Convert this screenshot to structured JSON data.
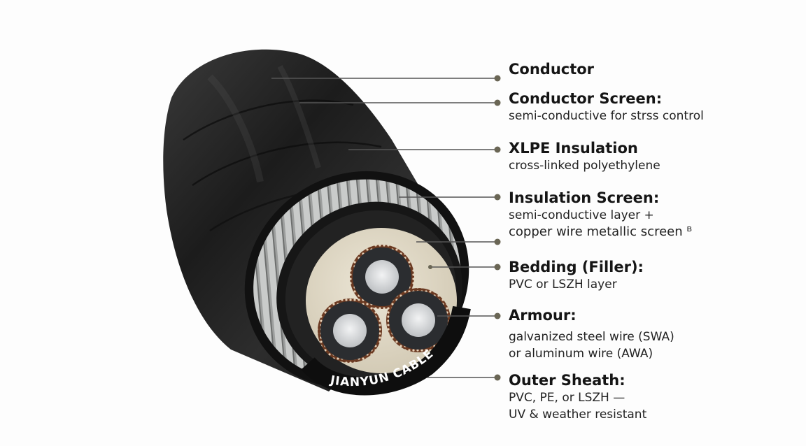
{
  "diagram": {
    "subject": "Three-core armoured power cable cross-section",
    "brand_text": "JIANYUN CABLE",
    "colors": {
      "background": "#fdfdfd",
      "sheath": "#1b1b1b",
      "armour": "#a9aaa8",
      "bedding": "#ddd6c4",
      "copper_screen": "#8a4a2a",
      "conductor": "#d9dbdc",
      "leader_line": "#555555",
      "leader_dot": "#6a6655"
    },
    "labels": [
      {
        "id": "conductor",
        "title": "Conductor",
        "desc": []
      },
      {
        "id": "conductor-screen",
        "title": "Conductor Screen:",
        "desc": [
          "semi-conductive for strss control"
        ]
      },
      {
        "id": "xlpe-insulation",
        "title": "XLPE Insulation",
        "desc": [
          "cross-linked polyethylene"
        ]
      },
      {
        "id": "insulation-screen",
        "title": "Insulation Screen:",
        "desc": [
          "semi-conductive layer +",
          "copper wire metallic screen ᴮ"
        ]
      },
      {
        "id": "bedding",
        "title": "Bedding (Filler):",
        "desc": [
          "PVC or LSZH layer"
        ]
      },
      {
        "id": "armour",
        "title": "Armour:",
        "desc": [
          "galvanized steel wire (SWA)",
          "or aluminum wire (AWA)"
        ]
      },
      {
        "id": "outer-sheath",
        "title": "Outer Sheath:",
        "desc": [
          "PVC, PE, or LSZH —",
          "UV & weather resistant"
        ]
      }
    ]
  }
}
